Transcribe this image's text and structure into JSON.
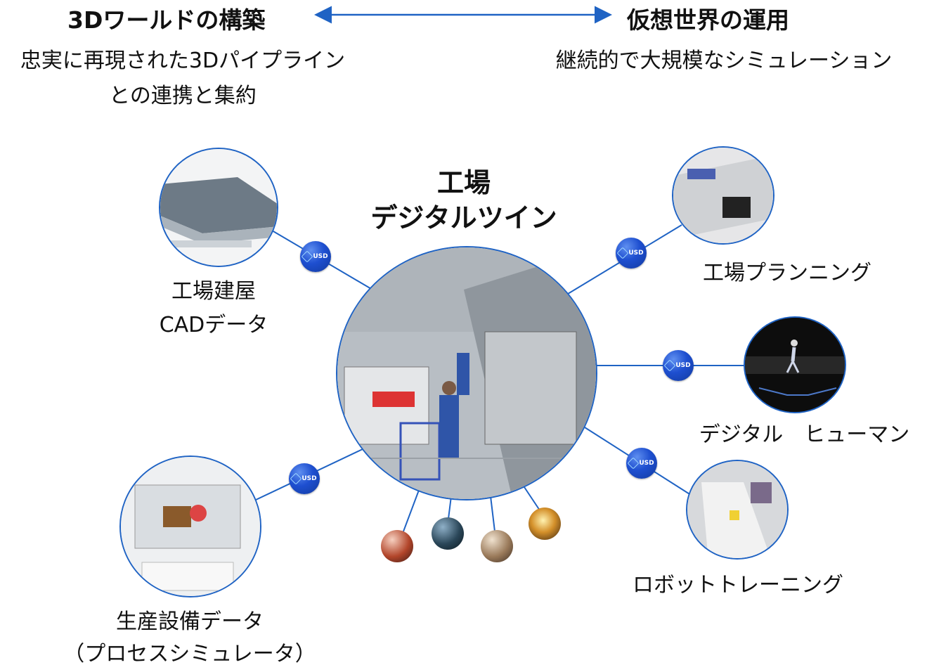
{
  "header": {
    "left_title": "3Dワールドの構築",
    "right_title": "仮想世界の運用",
    "left_sub_line1": "忠実に再現された3Dパイプライン",
    "left_sub_line2": "との連携と集約",
    "right_sub": "継続的で大規模なシミュレーション"
  },
  "center": {
    "title_line1": "工場",
    "title_line2": "デジタルツイン"
  },
  "nodes": {
    "building_cad": {
      "line1": "工場建屋",
      "line2": "CADデータ"
    },
    "equipment": {
      "line1": "生産設備データ",
      "line2": "（プロセスシミュレータ）"
    },
    "planning": {
      "label": "工場プランニング"
    },
    "digital_human": {
      "label": "デジタル　ヒューマン"
    },
    "robot_training": {
      "label": "ロボットトレーニング"
    }
  },
  "usd_badge": {
    "text": "USD"
  },
  "colors": {
    "accent": "#1f63c4",
    "badge": "#1e4fd0",
    "text": "#111111"
  }
}
